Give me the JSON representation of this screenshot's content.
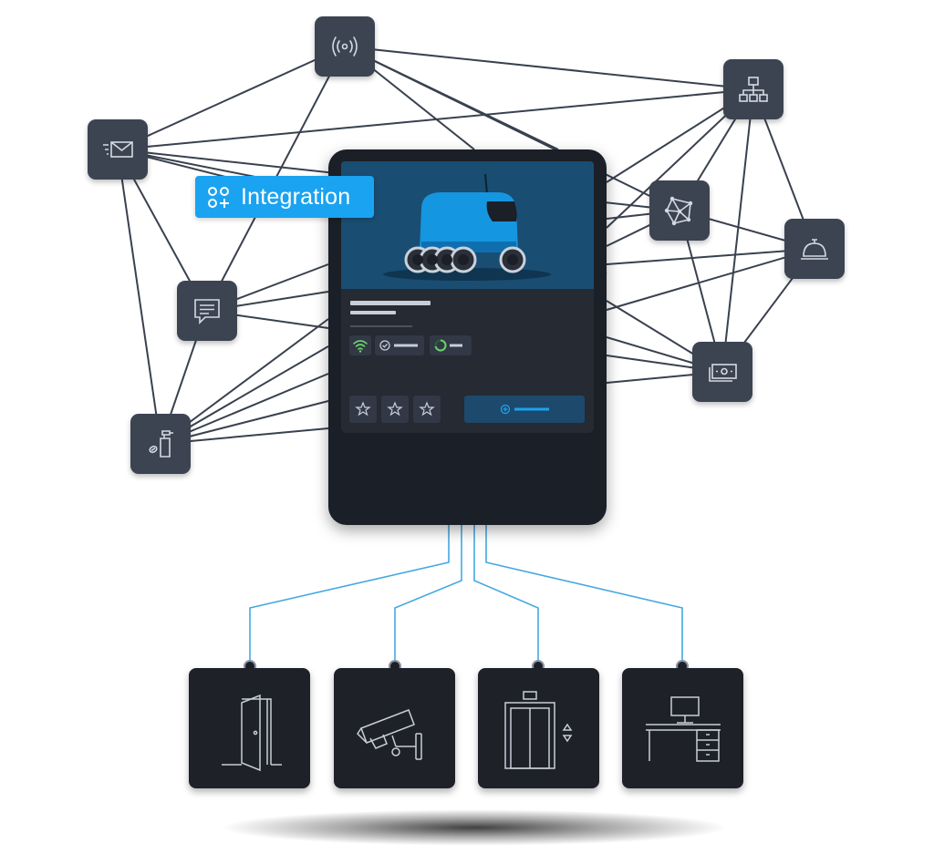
{
  "integration_tag": {
    "label": "Integration",
    "icon": "integration-icon"
  },
  "colors": {
    "node_bg": "#3c4452",
    "device_bg": "#1e2128",
    "tablet_bg": "#1b1f27",
    "accent_blue": "#1aa3f0",
    "network_line": "#39414f",
    "connector_line": "#44a8e0"
  },
  "network_nodes": [
    {
      "id": "wireless",
      "icon": "wireless-signal-icon"
    },
    {
      "id": "hierarchy",
      "icon": "org-chart-icon"
    },
    {
      "id": "mail",
      "icon": "email-icon"
    },
    {
      "id": "network",
      "icon": "network-mesh-icon"
    },
    {
      "id": "service-bell",
      "icon": "service-bell-icon"
    },
    {
      "id": "chat",
      "icon": "chat-bubble-icon"
    },
    {
      "id": "payment",
      "icon": "cash-icon"
    },
    {
      "id": "cleaning",
      "icon": "cleaning-supplies-icon"
    }
  ],
  "tablet": {
    "hero_image": "delivery-robot",
    "status_icons": [
      "wifi-icon",
      "check-circle-icon",
      "progress-ring-icon"
    ],
    "action_icons": [
      "star-add-icon",
      "star-add-icon",
      "star-add-icon"
    ],
    "primary_button_icon": "add-circle-icon"
  },
  "devices": [
    {
      "id": "door",
      "icon": "door-icon"
    },
    {
      "id": "camera",
      "icon": "security-camera-icon"
    },
    {
      "id": "elevator",
      "icon": "elevator-icon"
    },
    {
      "id": "desk",
      "icon": "desk-icon"
    }
  ]
}
